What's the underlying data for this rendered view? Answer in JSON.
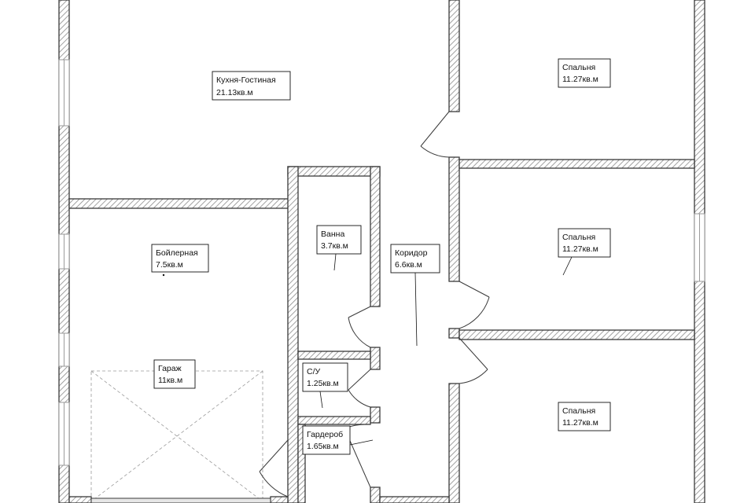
{
  "colors": {
    "wall": "#3a3a3a",
    "hatch": "#8a8a8a",
    "ink": "#111111",
    "window": "#9a9a9a"
  },
  "rooms": [
    {
      "name": "Кухня-Гостиная",
      "area": "21.13кв.м"
    },
    {
      "name": "Спальня",
      "area": "11.27кв.м"
    },
    {
      "name": "Спальня",
      "area": "11.27кв.м"
    },
    {
      "name": "Спальня",
      "area": "11.27кв.м"
    },
    {
      "name": "Бойлерная",
      "area": "7.5кв.м"
    },
    {
      "name": "Ванна",
      "area": "3.7кв.м"
    },
    {
      "name": "Коридор",
      "area": "6.6кв.м"
    },
    {
      "name": "Гараж",
      "area": "11кв.м"
    },
    {
      "name": "С/У",
      "area": "1.25кв.м"
    },
    {
      "name": "Гардероб",
      "area": "1.65кв.м"
    }
  ]
}
